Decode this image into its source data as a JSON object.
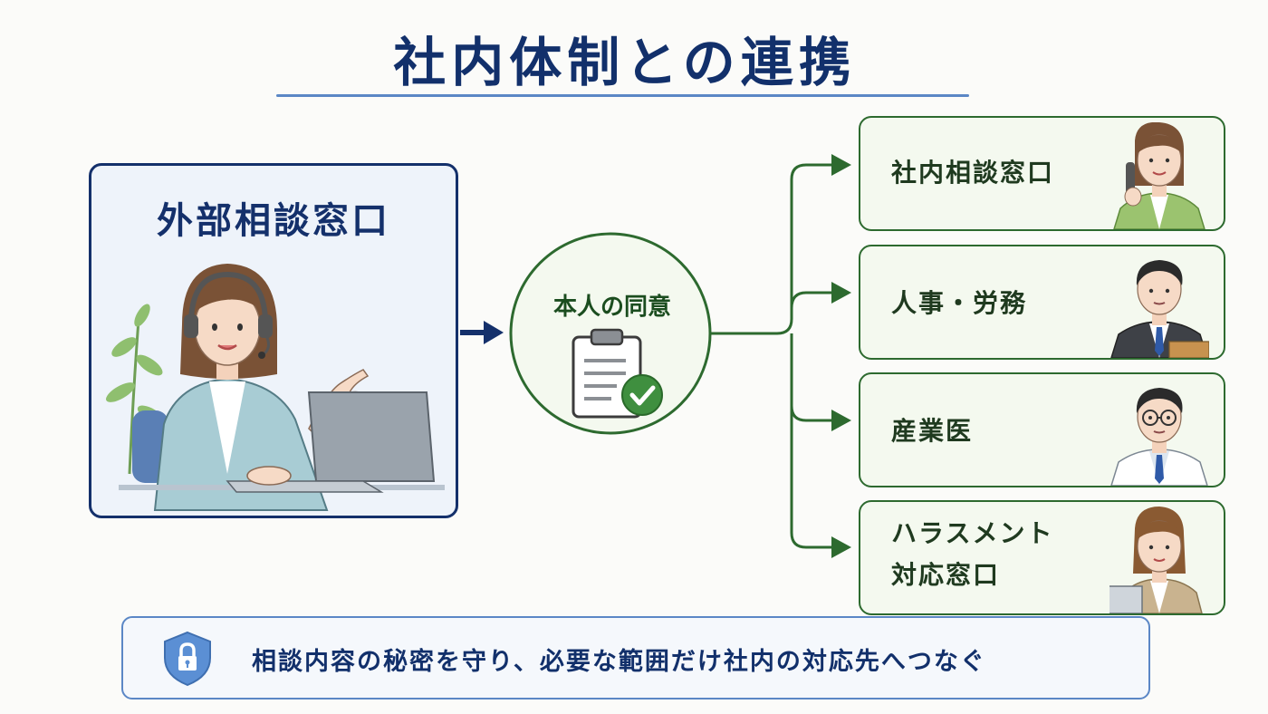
{
  "title": "社内体制との連携",
  "external": {
    "title": "外部相談窓口",
    "figure": "consultant-with-headset-and-laptop"
  },
  "consent": {
    "label": "本人の同意",
    "icon": "clipboard-check-icon"
  },
  "targets": [
    {
      "lines": [
        "社内相談窓口"
      ],
      "figure": "woman-on-phone"
    },
    {
      "lines": [
        "人事・労務"
      ],
      "figure": "man-in-suit-with-folder"
    },
    {
      "lines": [
        "産業医"
      ],
      "figure": "doctor-with-glasses"
    },
    {
      "lines": [
        "ハラスメント",
        "対応窓口"
      ],
      "figure": "woman-with-laptop"
    }
  ],
  "footer": {
    "text": "相談内容の秘密を守り、必要な範囲だけ社内の対応先へつなぐ",
    "icon": "shield-lock-icon"
  },
  "colors": {
    "navy": "#14306b",
    "green": "#2d6a2f",
    "light_blue_bg": "#eef3fa",
    "light_green_bg": "#f4f9ef",
    "accent_blue": "#5b87c6"
  }
}
